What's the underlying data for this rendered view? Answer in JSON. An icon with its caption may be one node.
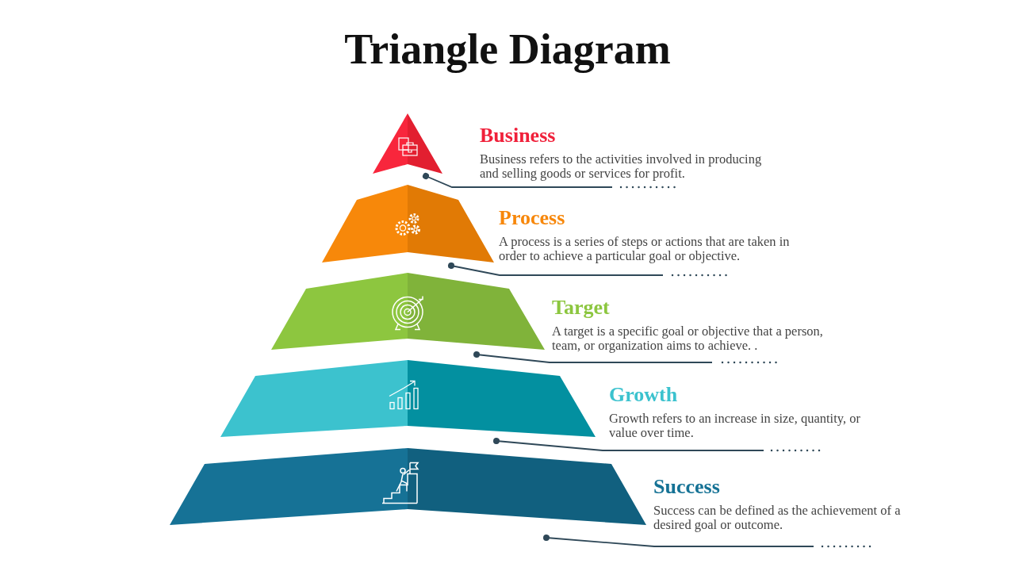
{
  "diagram": {
    "title": "Triangle Diagram",
    "nodes": [
      {
        "text": [],
        "shape": "triangle"
      },
      {
        "text": [],
        "shape": "trapezoid"
      },
      {
        "text": [],
        "shape": "trapezoid"
      },
      {
        "text": [],
        "shape": "trapezoid"
      },
      {
        "text": [],
        "shape": "trapezoid"
      },
      {
        "text": [
          "Business",
          "Business refers to the activities involved in producing and selling goods or services for profit."
        ]
      },
      {
        "text": [
          "Process",
          "A process is a series of steps or actions that are taken in order to achieve a particular goal or objective."
        ]
      },
      {
        "text": [
          "Target",
          "A target is a specific goal or objective that a person, team, or organization aims to achieve. ."
        ]
      },
      {
        "text": [
          "Growth",
          "Growth refers to an increase in size, quantity, or value over time."
        ]
      },
      {
        "text": [
          "Success",
          "Success can be defined as the achievement of a desired goal or outcome."
        ]
      }
    ],
    "edges": [
      {
        "from": 5,
        "to": 0,
        "arrow": "other"
      },
      {
        "from": 6,
        "to": 1,
        "arrow": "other"
      },
      {
        "from": 7,
        "to": 2,
        "arrow": "other"
      },
      {
        "from": 8,
        "to": 3,
        "arrow": "other"
      },
      {
        "from": 9,
        "to": 4,
        "arrow": "other"
      }
    ]
  }
}
